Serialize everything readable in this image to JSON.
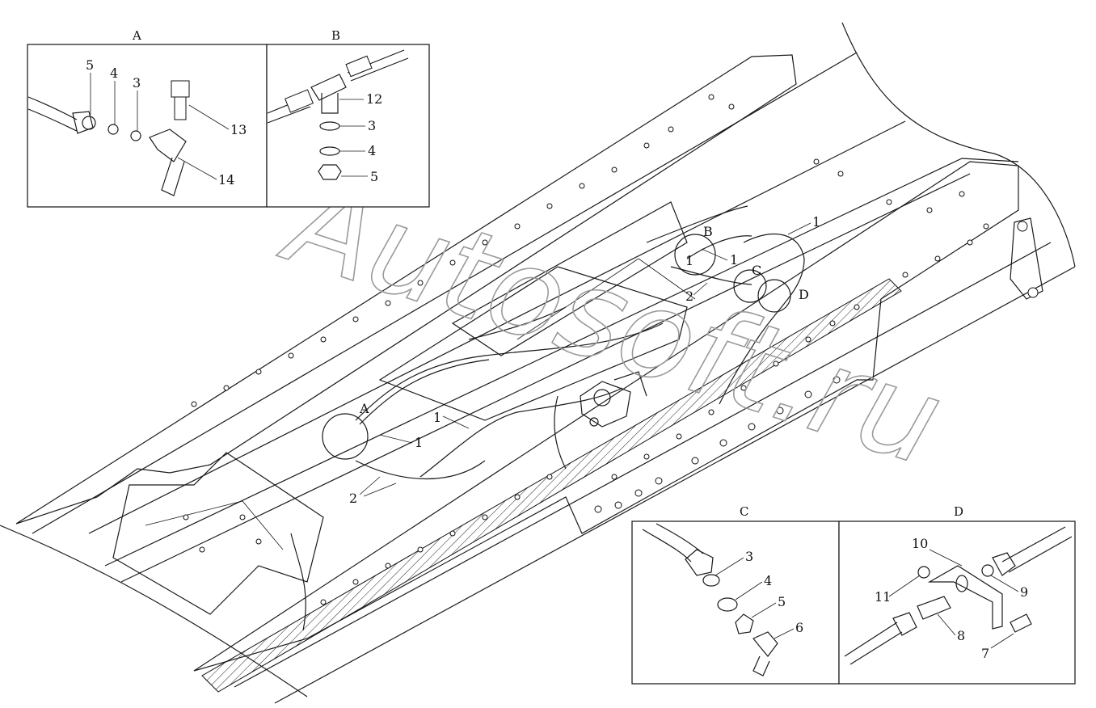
{
  "watermark": "Autosoft.ru",
  "panels": {
    "A": {
      "title": "A",
      "labels": [
        "5",
        "4",
        "3",
        "13",
        "14"
      ]
    },
    "B": {
      "title": "B",
      "labels": [
        "12",
        "3",
        "4",
        "5"
      ]
    },
    "C": {
      "title": "C",
      "labels": [
        "3",
        "4",
        "5",
        "6"
      ]
    },
    "D": {
      "title": "D",
      "labels": [
        "10",
        "9",
        "11",
        "8",
        "7"
      ]
    }
  },
  "main": {
    "callouts": [
      "A",
      "B",
      "C",
      "D"
    ],
    "labels": [
      "1",
      "1",
      "1",
      "1",
      "1",
      "2",
      "2"
    ]
  }
}
